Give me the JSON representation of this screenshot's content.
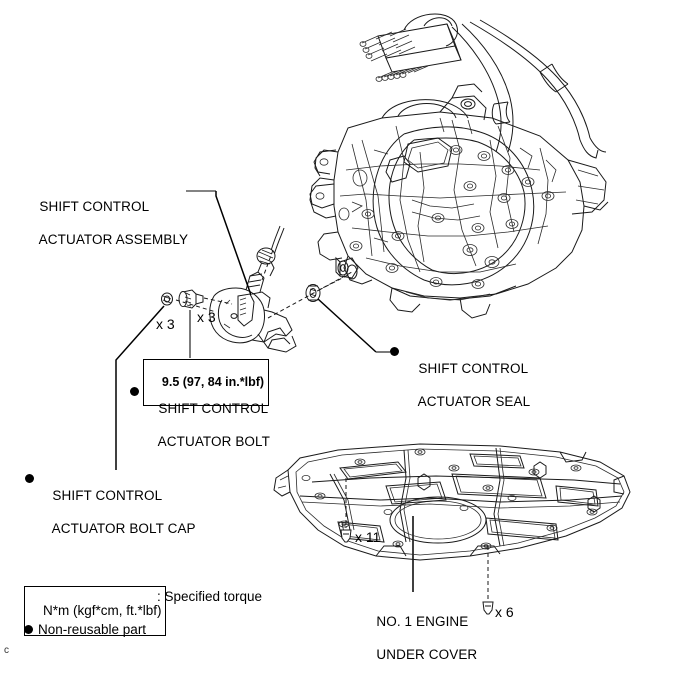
{
  "document": {
    "type": "automotive-service-exploded-diagram",
    "corner_mark": "c"
  },
  "labels": {
    "actuator_assembly": {
      "line1": "SHIFT CONTROL",
      "line2": "ACTUATOR ASSEMBLY"
    },
    "actuator_seal": {
      "line1": "SHIFT CONTROL",
      "line2": "ACTUATOR SEAL",
      "non_reusable": true
    },
    "actuator_bolt": {
      "line1": "SHIFT CONTROL",
      "line2": "ACTUATOR BOLT",
      "non_reusable": true
    },
    "actuator_bolt_cap": {
      "line1": "SHIFT CONTROL",
      "line2": "ACTUATOR BOLT CAP",
      "non_reusable": true
    },
    "engine_under_cover": {
      "line1": "NO. 1 ENGINE",
      "line2": "UNDER COVER"
    }
  },
  "torque": {
    "actuator_bolt_spec": "9.5 (97, 84 in.*lbf)"
  },
  "quantities": {
    "bolt_cap": "x 3",
    "bolt": "x 3",
    "cover_bolt_a": "x 11",
    "cover_bolt_b": "x 6"
  },
  "legend": {
    "torque_units": "N*m (kgf*cm, ft.*lbf)",
    "torque_meaning": ": Specified torque",
    "non_reusable_text": "Non-reusable part"
  },
  "colors": {
    "line": "#1a1a1a",
    "leader": "#000000",
    "leader_gray": "#5a5a5a",
    "background": "#ffffff",
    "fill_light": "#d8d8d8"
  }
}
